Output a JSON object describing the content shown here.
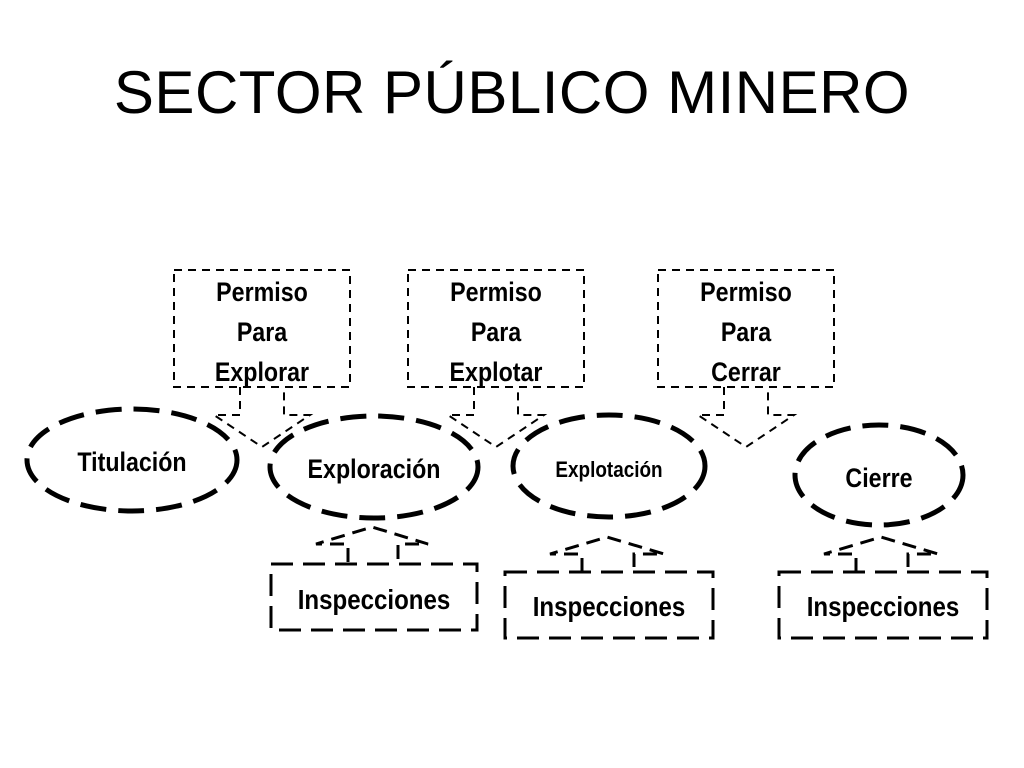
{
  "title": "SECTOR PÚBLICO MINERO",
  "permits": [
    {
      "line1": "Permiso",
      "line2": "Para",
      "line3": "Explorar"
    },
    {
      "line1": "Permiso",
      "line2": "Para",
      "line3": "Explotar"
    },
    {
      "line1": "Permiso",
      "line2": "Para",
      "line3": "Cerrar"
    }
  ],
  "stages": [
    {
      "label": "Titulación"
    },
    {
      "label": "Exploración"
    },
    {
      "label": "Explotación"
    },
    {
      "label": "Cierre"
    }
  ],
  "inspections": [
    {
      "label": "Inspecciones"
    },
    {
      "label": "Inspecciones"
    },
    {
      "label": "Inspecciones"
    }
  ],
  "colors": {
    "stroke": "#000000",
    "background": "#ffffff"
  }
}
